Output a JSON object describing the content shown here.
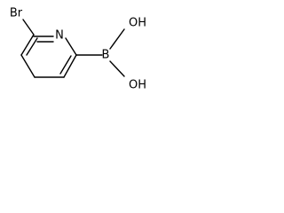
{
  "molecule": {
    "atoms": {
      "bromine": "Br",
      "nitrogen": "N",
      "boron": "B",
      "hydroxyl_top": "OH",
      "hydroxyl_bottom": "OH"
    }
  },
  "colors": {
    "bond": "#000000",
    "label": "#000000",
    "background": "#ffffff"
  }
}
